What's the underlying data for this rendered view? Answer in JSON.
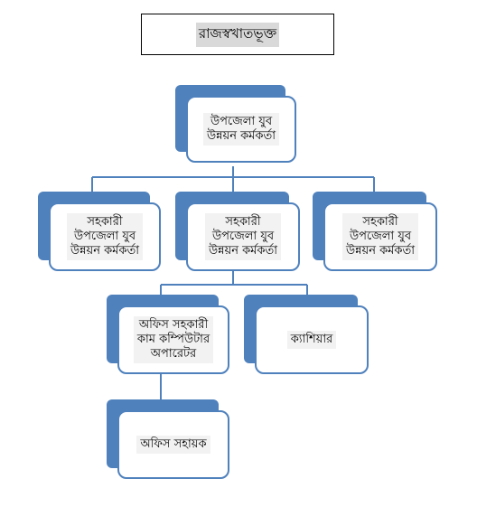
{
  "title": "রাজস্বখাতভূক্ত",
  "colors": {
    "accent": "#4f81bd",
    "connector": "#4f81bd"
  },
  "nodes": {
    "root": {
      "lines": [
        "উপজেলা যুব",
        "উন্নয়ন কর্মকর্তা"
      ]
    },
    "assistant_left": {
      "lines": [
        "সহকারী",
        "উপজেলা যুব",
        "উন্নয়ন কর্মকর্তা"
      ]
    },
    "assistant_center": {
      "lines": [
        "সহকারী",
        "উপজেলা যুব",
        "উন্নয়ন কর্মকর্তা"
      ]
    },
    "assistant_right": {
      "lines": [
        "সহকারী",
        "উপজেলা যুব",
        "উন্নয়ন কর্মকর্তা"
      ]
    },
    "office_operator": {
      "lines": [
        "অফিস সহকারী",
        "কাম কম্পিউটার",
        "অপারেটর"
      ]
    },
    "cashier": {
      "lines": [
        "ক্যাশিয়ার"
      ]
    },
    "office_assistant": {
      "lines": [
        "অফিস সহায়ক"
      ]
    }
  }
}
